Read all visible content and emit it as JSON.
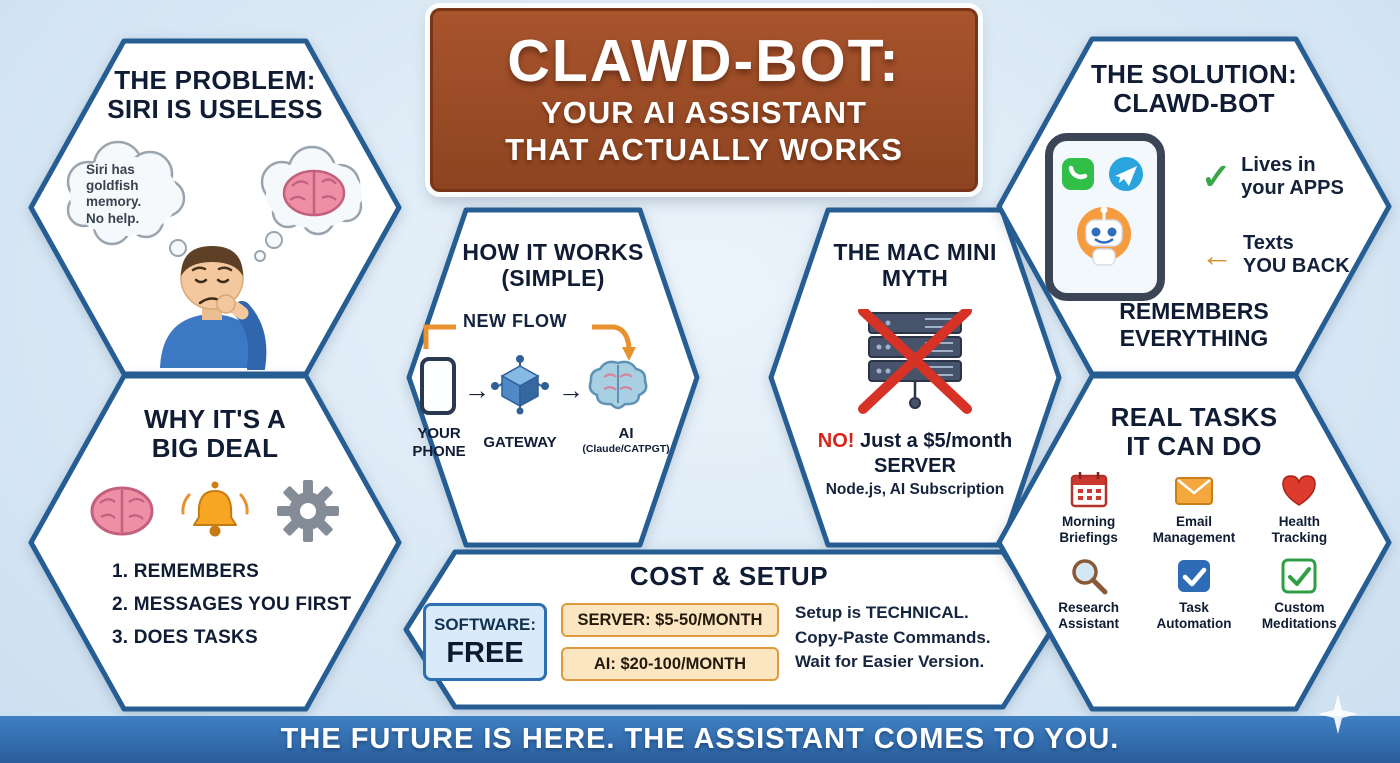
{
  "colors": {
    "background": "#dbe9f5",
    "hex_border": "#265d92",
    "banner_brown": "#9a4c26",
    "footer_blue": "#2f6cae",
    "accent_orange": "#e8912f",
    "alert_red": "#d6251b",
    "check_green": "#3aa648"
  },
  "icons": {
    "check": "✓",
    "left_arrow": "←",
    "flow_arrow": "→"
  },
  "banner": {
    "title": "CLAWD-BOT:",
    "subtitle1": "YOUR AI ASSISTANT",
    "subtitle2": "THAT ACTUALLY WORKS"
  },
  "problem": {
    "title1": "THE PROBLEM:",
    "title2": "SIRI IS USELESS",
    "bubble1": "Siri has",
    "bubble2": "goldfish",
    "bubble3": "memory.",
    "bubble4": "No help."
  },
  "solution": {
    "title1": "THE SOLUTION:",
    "title2": "CLAWD-BOT",
    "check_label1": "Lives in",
    "check_label2": "your APPS",
    "arrow_label1": "Texts",
    "arrow_label2": "YOU BACK",
    "bottom1": "REMEMBERS",
    "bottom2": "EVERYTHING"
  },
  "how_it_works": {
    "title1": "HOW IT WORKS",
    "title2": "(SIMPLE)",
    "flow_label": "NEW FLOW",
    "step1a": "YOUR",
    "step1b": "PHONE",
    "step2": "GATEWAY",
    "step3a": "AI",
    "step3b": "(Claude/CATPGT)"
  },
  "mac_mini_myth": {
    "title1": "THE MAC MINI",
    "title2": "MYTH",
    "no_text": "NO!",
    "line1_rest": "Just a $5/month",
    "line2": "SERVER",
    "line3": "Node.js, AI Subscription"
  },
  "big_deal": {
    "title1": "WHY IT'S A",
    "title2": "BIG DEAL",
    "items": [
      "1.  REMEMBERS",
      "2. MESSAGES YOU FIRST",
      "3. DOES TASKS"
    ]
  },
  "cost_setup": {
    "title": "COST & SETUP",
    "software_label": "SOFTWARE:",
    "software_value": "FREE",
    "server_box": "SERVER: $5-50/MONTH",
    "ai_box": "AI: $20-100/MONTH",
    "note1": "Setup is TECHNICAL.",
    "note2": "Copy-Paste Commands.",
    "note3": "Wait for Easier Version."
  },
  "real_tasks": {
    "title1": "REAL TASKS",
    "title2": "IT CAN DO",
    "tasks": [
      {
        "icon": "calendar-icon",
        "line1": "Morning",
        "line2": "Briefings"
      },
      {
        "icon": "envelope-icon",
        "line1": "Email",
        "line2": "Management"
      },
      {
        "icon": "heart-icon",
        "line1": "Health",
        "line2": "Tracking"
      },
      {
        "icon": "magnifier-icon",
        "line1": "Research",
        "line2": "Assistant"
      },
      {
        "icon": "checkbox-blue-icon",
        "line1": "Task",
        "line2": "Automation"
      },
      {
        "icon": "checkbox-green-icon",
        "line1": "Custom",
        "line2": "Meditations"
      }
    ]
  },
  "footer": {
    "text": "THE FUTURE IS HERE. THE ASSISTANT COMES TO YOU."
  }
}
